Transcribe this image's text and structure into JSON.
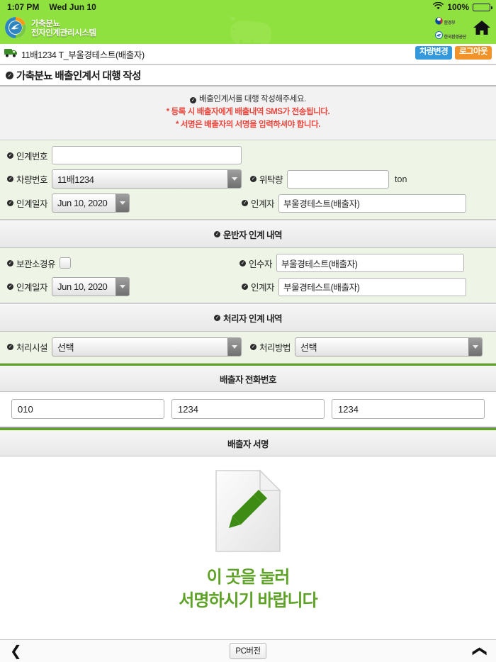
{
  "statusbar": {
    "time": "1:07 PM",
    "date": "Wed Jun 10",
    "battery_percent": "100%",
    "wifi_icon": "wifi-icon",
    "battery_icon": "battery-full-icon"
  },
  "header": {
    "logo_line1": "가축분뇨",
    "logo_line2": "전자인계관리시스템",
    "emblem_icon": "swirl-emblem-icon",
    "watermark_icon": "pig-silhouette-icon",
    "gov_logos": [
      {
        "label": "환경부",
        "icon": "taegeuk-icon"
      },
      {
        "label": "한국환경공단",
        "icon": "keco-circle-icon"
      }
    ],
    "home_icon": "home-icon"
  },
  "navbar": {
    "truck_icon": "truck-icon",
    "vehicle_info": "11배1234  T_부울경테스트(배출자)",
    "change_vehicle_label": "차량변경",
    "logout_label": "로그아웃",
    "change_vehicle_color": "#3498db",
    "logout_color": "#f0932b"
  },
  "page": {
    "title": "가축분뇨 배출인계서 대행 작성"
  },
  "notice": {
    "line1": "배출인계서를 대행 작성해주세요.",
    "line2": "등록 시 배출자에게 배출내역 SMS가 전송됩니다.",
    "line3": "서명은 배출자의 서명을 입력하셔야 합니다.",
    "star": "*",
    "alert_color": "#e8453c"
  },
  "form_main": {
    "transfer_no_label": "인계번호",
    "transfer_no_value": "",
    "transfer_no_placeholder": "",
    "vehicle_no_label": "차량번호",
    "vehicle_no_value": "11배1234",
    "entrust_qty_label": "위탁량",
    "entrust_qty_value": "",
    "entrust_qty_unit": "ton",
    "transfer_date_label": "인계일자",
    "transfer_date_value": "Jun 10, 2020",
    "transferor_label": "인계자",
    "transferor_value": "부울경테스트(배출자)"
  },
  "section_transporter": {
    "title": "운반자 인계 내역",
    "storage_via_label": "보관소경유",
    "storage_via_checked": false,
    "receiver_label": "인수자",
    "receiver_value": "부울경테스트(배출자)",
    "transfer_date_label": "인계일자",
    "transfer_date_value": "Jun 10, 2020",
    "transferor_label": "인계자",
    "transferor_value": "부울경테스트(배출자)"
  },
  "section_processor": {
    "title": "처리자 인계 내역",
    "facility_label": "처리시설",
    "facility_value": "선택",
    "method_label": "처리방법",
    "method_value": "선택"
  },
  "section_phone": {
    "title": "배출자 전화번호",
    "part1": "010",
    "part2": "1234",
    "part3": "1234"
  },
  "section_signature": {
    "title": "배출자 서명",
    "icon": "document-pencil-icon",
    "prompt_line1": "이 곳을 눌러",
    "prompt_line2": "서명하시기 바랍니다",
    "prompt_color": "#5ea227"
  },
  "bottombar": {
    "back_icon": "chevron-left-icon",
    "pc_version_label": "PC버전",
    "up_icon": "chevron-up-icon"
  }
}
